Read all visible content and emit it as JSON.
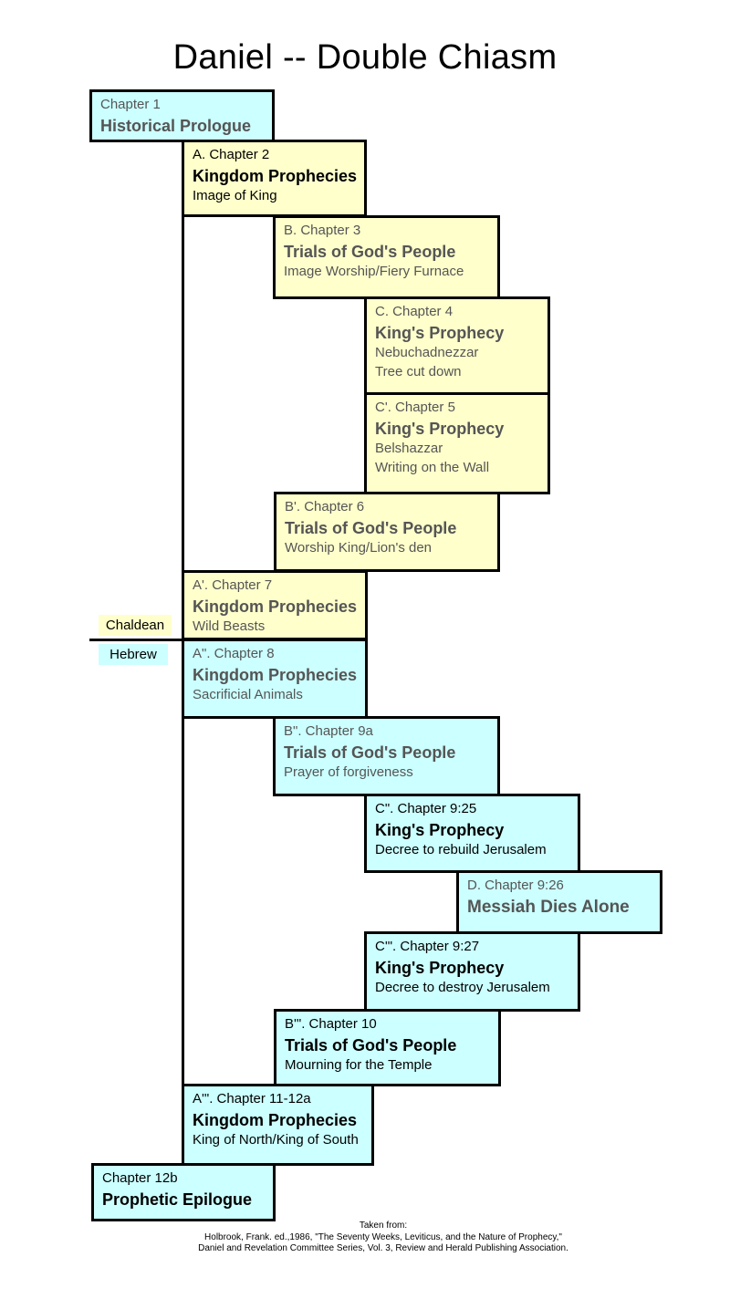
{
  "title": "Daniel -- Double Chiasm",
  "boxes": [
    {
      "head": "Chapter 1",
      "heading": "Historical Prologue",
      "lines": []
    },
    {
      "head": "A.   Chapter 2",
      "heading": "Kingdom Prophecies",
      "lines": [
        "Image of King"
      ]
    },
    {
      "head": "B.   Chapter 3",
      "heading": "Trials of God's People",
      "lines": [
        "Image Worship/Fiery Furnace"
      ]
    },
    {
      "head": "C.   Chapter 4",
      "heading": "King's Prophecy",
      "lines": [
        "Nebuchadnezzar",
        "Tree cut down"
      ]
    },
    {
      "head": "C'.   Chapter 5",
      "heading": "King's Prophecy",
      "lines": [
        "Belshazzar",
        "Writing on the Wall"
      ]
    },
    {
      "head": "B'.   Chapter 6",
      "heading": "Trials of God's People",
      "lines": [
        "Worship King/Lion's den"
      ]
    },
    {
      "head": "A'.   Chapter 7",
      "heading": "Kingdom Prophecies",
      "lines": [
        "Wild Beasts"
      ]
    },
    {
      "head": "A\".   Chapter 8",
      "heading": "Kingdom Prophecies",
      "lines": [
        "Sacrificial Animals"
      ]
    },
    {
      "head": "B\".   Chapter 9a",
      "heading": "Trials of God's People",
      "lines": [
        "Prayer of forgiveness"
      ]
    },
    {
      "head": "C\".   Chapter 9:25",
      "heading": "King's Prophecy",
      "lines": [
        "Decree to rebuild Jerusalem"
      ]
    },
    {
      "head": "D.   Chapter 9:26",
      "heading": "Messiah Dies Alone",
      "lines": []
    },
    {
      "head": "C'\".   Chapter 9:27",
      "heading": "King's Prophecy",
      "lines": [
        "Decree to destroy Jerusalem"
      ]
    },
    {
      "head": "B'\".   Chapter 10",
      "heading": "Trials of God's People",
      "lines": [
        "Mourning for the Temple"
      ]
    },
    {
      "head": "A'\".   Chapter 11-12a",
      "heading": "Kingdom Prophecies",
      "lines": [
        "King of North/King of South"
      ]
    },
    {
      "head": "Chapter 12b",
      "heading": "Prophetic Epilogue",
      "lines": []
    }
  ],
  "divider": {
    "upper": "Chaldean",
    "lower": "Hebrew"
  },
  "source": [
    "Taken from:",
    "Holbrook, Frank. ed.,1986, \"The Seventy Weeks, Leviticus, and the Nature of Prophecy,\"",
    "Daniel and Revelation Committee Series, Vol. 3, Review and Herald Publishing Association."
  ]
}
